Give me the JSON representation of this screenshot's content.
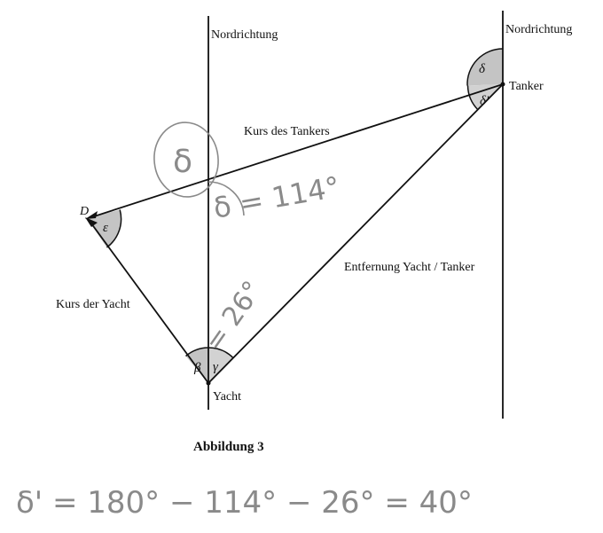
{
  "labels": {
    "north_left": "Nordrichtung",
    "north_right": "Nordrichtung",
    "tanker": "Tanker",
    "yacht": "Yacht",
    "point_d": "D",
    "course_tanker": "Kurs des Tankers",
    "course_yacht": "Kurs der Yacht",
    "distance": "Entfernung Yacht / Tanker",
    "caption": "Abbildung 3"
  },
  "angles": {
    "delta": "δ",
    "delta_prime": "δ'",
    "epsilon": "ε",
    "beta": "β",
    "gamma": "γ"
  },
  "handwriting": {
    "delta_circled": "δ",
    "delta_value": "δ = 114°",
    "gamma_value": "= 26°",
    "equation": "δ' = 180° − 114° − 26° = 40°"
  },
  "colors": {
    "ink": "#111111",
    "angle_fill": "#c4c4c4",
    "pencil": "#8a8a8a"
  }
}
